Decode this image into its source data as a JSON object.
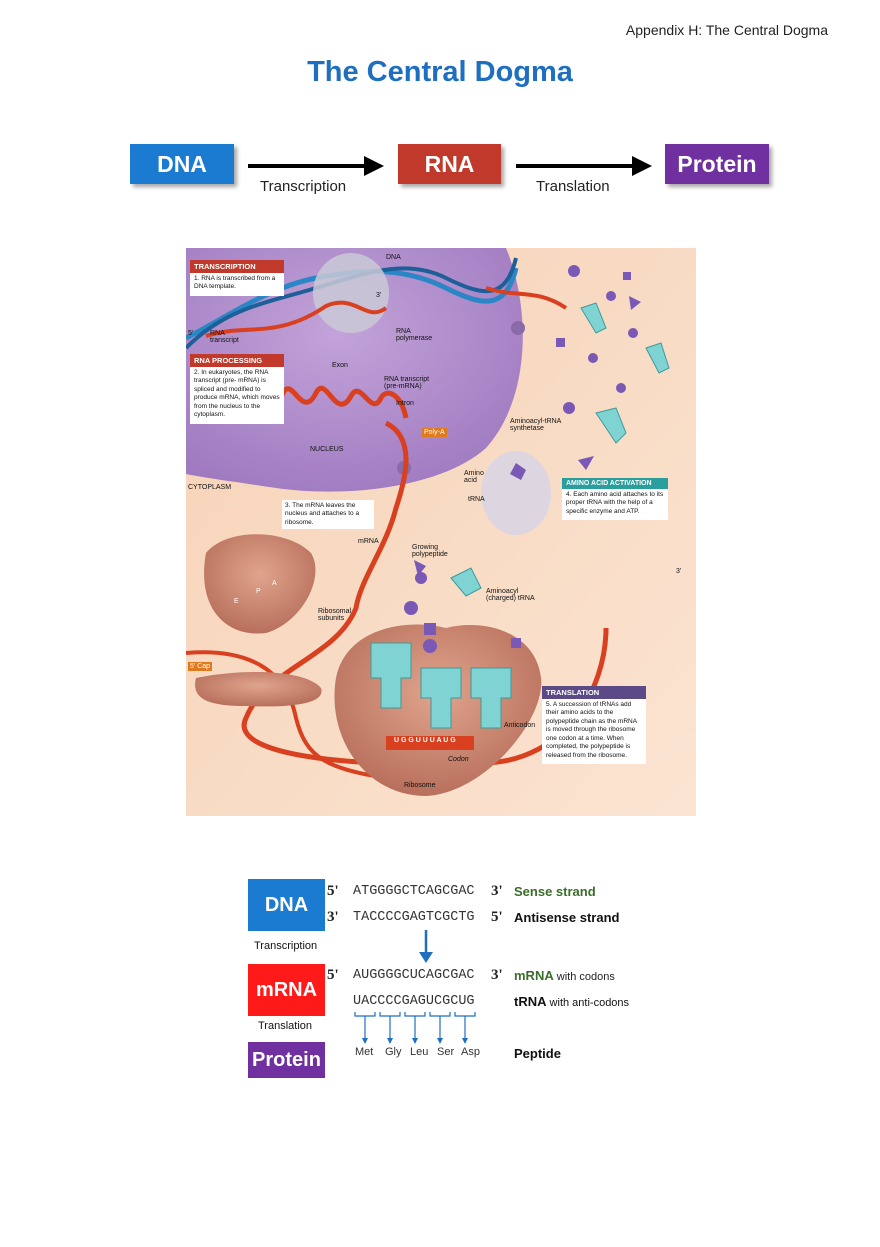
{
  "header": {
    "appendix": "Appendix H: The Central Dogma"
  },
  "title": "The Central Dogma",
  "flow": {
    "dna": "DNA",
    "rna": "RNA",
    "protein": "Protein",
    "transcription": "Transcription",
    "translation": "Translation",
    "colors": {
      "dna": "#1b7bd0",
      "rna": "#c0392b",
      "protein": "#7030a0"
    }
  },
  "figure": {
    "transcription_header": "TRANSCRIPTION",
    "transcription_text": "1. RNA is transcribed from a DNA template.",
    "processing_header": "RNA PROCESSING",
    "processing_text": "2. In eukaryotes, the RNA transcript (pre- mRNA) is spliced and modified to produce mRNA, which moves from the nucleus to the cytoplasm.",
    "step3_text": "3. The mRNA leaves the nucleus and attaches to a ribosome.",
    "activation_header": "AMINO ACID ACTIVATION",
    "activation_text": "4. Each amino acid attaches to its proper tRNA with the help of a specific enzyme and ATP.",
    "translation_header": "TRANSLATION",
    "translation_text": "5. A succession of tRNAs add their amino acids to the polypeptide chain as the mRNA is moved through the ribosome one codon at a time. When completed, the polypeptide is released from the ribosome.",
    "labels": {
      "dna": "DNA",
      "three_prime_a": "3'",
      "five_prime": "5'",
      "rna_transcript": "RNA transcript",
      "rna_polymerase": "RNA polymerase",
      "exon": "Exon",
      "rna_transcript_pre": "RNA transcript (pre-mRNA)",
      "intron": "Intron",
      "nucleus": "NUCLEUS",
      "cytoplasm": "CYTOPLASM",
      "poly_a": "Poly-A",
      "aminoacyl_synthetase": "Aminoacyl-tRNA synthetase",
      "amino_acid": "Amino acid",
      "trna": "tRNA",
      "mrna": "mRNA",
      "growing_polypeptide": "Growing polypeptide",
      "charged_trna": "Aminoacyl (charged) tRNA",
      "ribosomal_subunits": "Ribosomal subunits",
      "five_cap": "5' Cap",
      "anticodon": "Anticodon",
      "codon": "Codon",
      "ribosome": "Ribosome",
      "three_prime_b": "3'",
      "e_site": "E",
      "p_site": "P",
      "a_site": "A",
      "codon_letters": "U G G U U U A U G"
    }
  },
  "sequence": {
    "dna_box": "DNA",
    "mrna_box": "mRNA",
    "protein_box": "Protein",
    "transcription": "Transcription",
    "translation": "Translation",
    "sense": {
      "left": "5'",
      "seq": "ATGGGGCTCAGCGAC",
      "right": "3'",
      "label": "Sense strand"
    },
    "antisense": {
      "left": "3'",
      "seq": "TACCCCGAGTCGCTG",
      "right": "5'",
      "label": "Antisense strand"
    },
    "mrna": {
      "left": "5'",
      "seq": "AUGGGGCUCAGCGAC",
      "right": "3'",
      "label_bold": "mRNA",
      "label_rest": " with codons"
    },
    "trna": {
      "seq": "UACCCCGAGUCGCUG",
      "label_bold": "tRNA",
      "label_rest": " with anti-codons"
    },
    "amino_acids": [
      "Met",
      "Gly",
      "Leu",
      "Ser",
      "Asp"
    ],
    "peptide": "Peptide",
    "colors": {
      "dna": "#1b7bd0",
      "mrna": "#ff1a1a",
      "protein": "#7030a0",
      "sense": "#3a6e2a"
    }
  }
}
